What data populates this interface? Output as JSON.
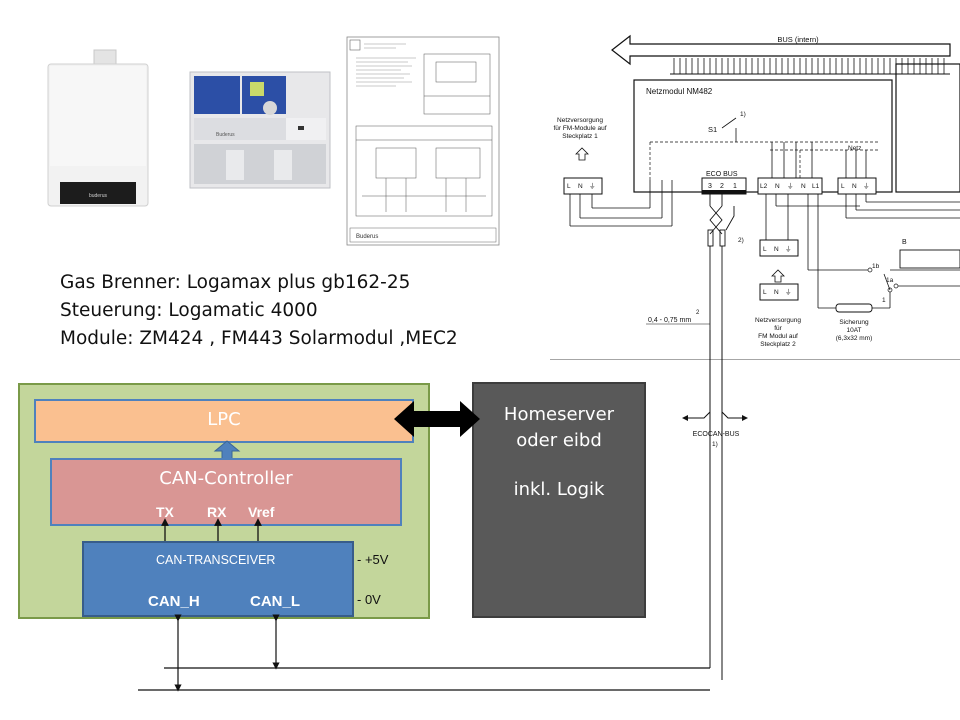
{
  "info": {
    "line1": "Gas Brenner: Logamax plus gb162-25",
    "line2": "Steuerung: Logamatic 4000",
    "line3": "Module: ZM424 , FM443 Solarmodul ,MEC2"
  },
  "diagram": {
    "lpc": "LPC",
    "can_controller": "CAN-Controller",
    "pin_tx": "TX",
    "pin_rx": "RX",
    "pin_vref": "Vref",
    "transceiver": "CAN-TRANSCEIVER",
    "can_h": "CAN_H",
    "can_l": "CAN_L",
    "plus5v": "- +5V",
    "zero_v": "- 0V",
    "homeserver_line1": "Homeserver",
    "homeserver_line2": "oder eibd",
    "homeserver_line3": "inkl. Logik"
  },
  "schematic": {
    "bus_intern": "BUS (intern)",
    "netzmodul": "Netzmodul NM482",
    "netzversorgung_fm1_l1": "Netzversorgung",
    "netzversorgung_fm1_l2": "für FM-Module auf",
    "netzversorgung_fm1_l3": "Steckplatz 1",
    "eco_bus": "ECO BUS",
    "s1": "S1",
    "note1": "1)",
    "note2": "2)",
    "netz": "Netz",
    "wire_spec": "0,4 - 0,75 mm",
    "wire_sup": "2",
    "netzversorgung_fm2_l1": "Netzversorgung",
    "netzversorgung_fm2_l2": "für",
    "netzversorgung_fm2_l3": "FM Modul auf",
    "netzversorgung_fm2_l4": "Steckplatz 2",
    "sicherung_l1": "Sicherung",
    "sicherung_l2": "10AT",
    "sicherung_l3": "(6,3x32 mm)",
    "ecocan_bus": "ECOCAN-BUS",
    "ecocan_note": "1)",
    "term_1b": "1b",
    "term_1a": "1a",
    "term_1": "1",
    "terms_eco": [
      "3",
      "2",
      "1"
    ],
    "terms_l2": [
      "L2",
      "N",
      "⏚",
      "N",
      "L1"
    ],
    "terms_lnp": [
      "L",
      "N",
      "⏚"
    ],
    "term_b": "B"
  },
  "photos": {
    "boiler_brand": "buderus",
    "controller_brand": "Buderus",
    "document_brand": "Buderus"
  }
}
